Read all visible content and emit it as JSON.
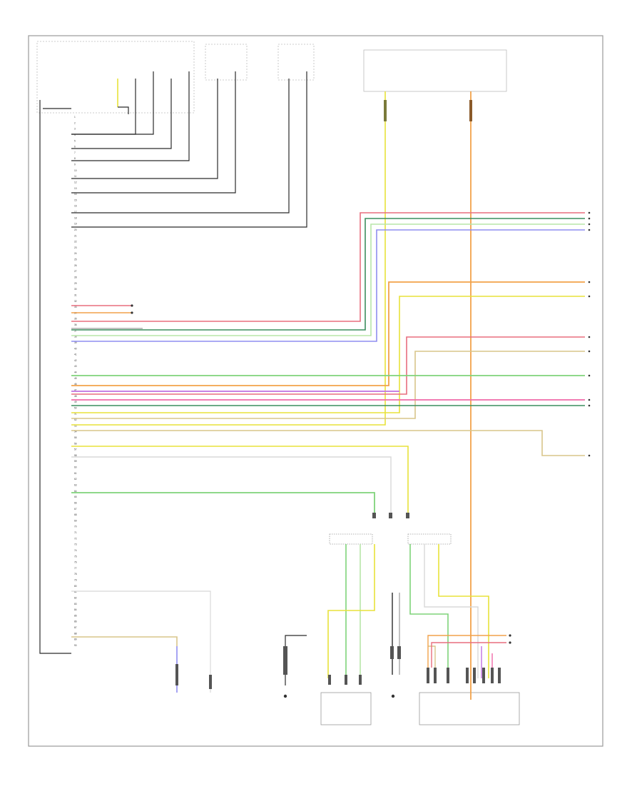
{
  "diagram": {
    "footer_code": "",
    "left_margin_label": "",
    "pins": [
      "1",
      "2",
      "3",
      "4",
      "5",
      "6",
      "7",
      "8",
      "9",
      "10",
      "11",
      "12",
      "13",
      "14",
      "15",
      "16",
      "17",
      "18",
      "19",
      "20",
      "21",
      "22",
      "23",
      "24",
      "25",
      "26",
      "27",
      "28",
      "29",
      "30",
      "31",
      "32",
      "33",
      "34",
      "35",
      "36",
      "37",
      "38",
      "39",
      "40",
      "41",
      "42",
      "43",
      "44",
      "45",
      "46",
      "47",
      "48",
      "49",
      "50",
      "51",
      "52",
      "53",
      "54",
      "55",
      "56",
      "57",
      "58",
      "59",
      "60",
      "61",
      "62",
      "63",
      "64",
      "65",
      "66",
      "67",
      "68",
      "69",
      "70",
      "71",
      "72",
      "73",
      "74",
      "75",
      "76",
      "77",
      "78",
      "79",
      "80",
      "81",
      "82",
      "83",
      "84",
      "85",
      "86",
      "87",
      "88",
      "89",
      "90"
    ],
    "components": {
      "top_left": "",
      "top_mid_1": "",
      "top_mid_2": "",
      "top_right_fuse_1": "",
      "top_right_fuse_2": "",
      "top_right_box": "",
      "lower_ground": "",
      "lower_amp_left": "",
      "lower_amp_mid": "",
      "lower_amp_right": "",
      "connector_left": "",
      "connector_right": "",
      "splice_right": "",
      "splice_left": ""
    },
    "colors": {
      "frame": "#9a9a9a",
      "black": "#2b2b2b",
      "grey": "#9a9a9a",
      "yellow": "#e8e23a",
      "orange": "#f2a24a",
      "red": "#e86e7e",
      "pink": "#f06aa8",
      "green": "#7fd37a",
      "light_green": "#b8e6a8",
      "dark_green": "#3c8e5e",
      "blue": "#8f8ef0",
      "violet": "#c070e0",
      "tan": "#d9c58a",
      "white": "#d8d8d8"
    }
  }
}
